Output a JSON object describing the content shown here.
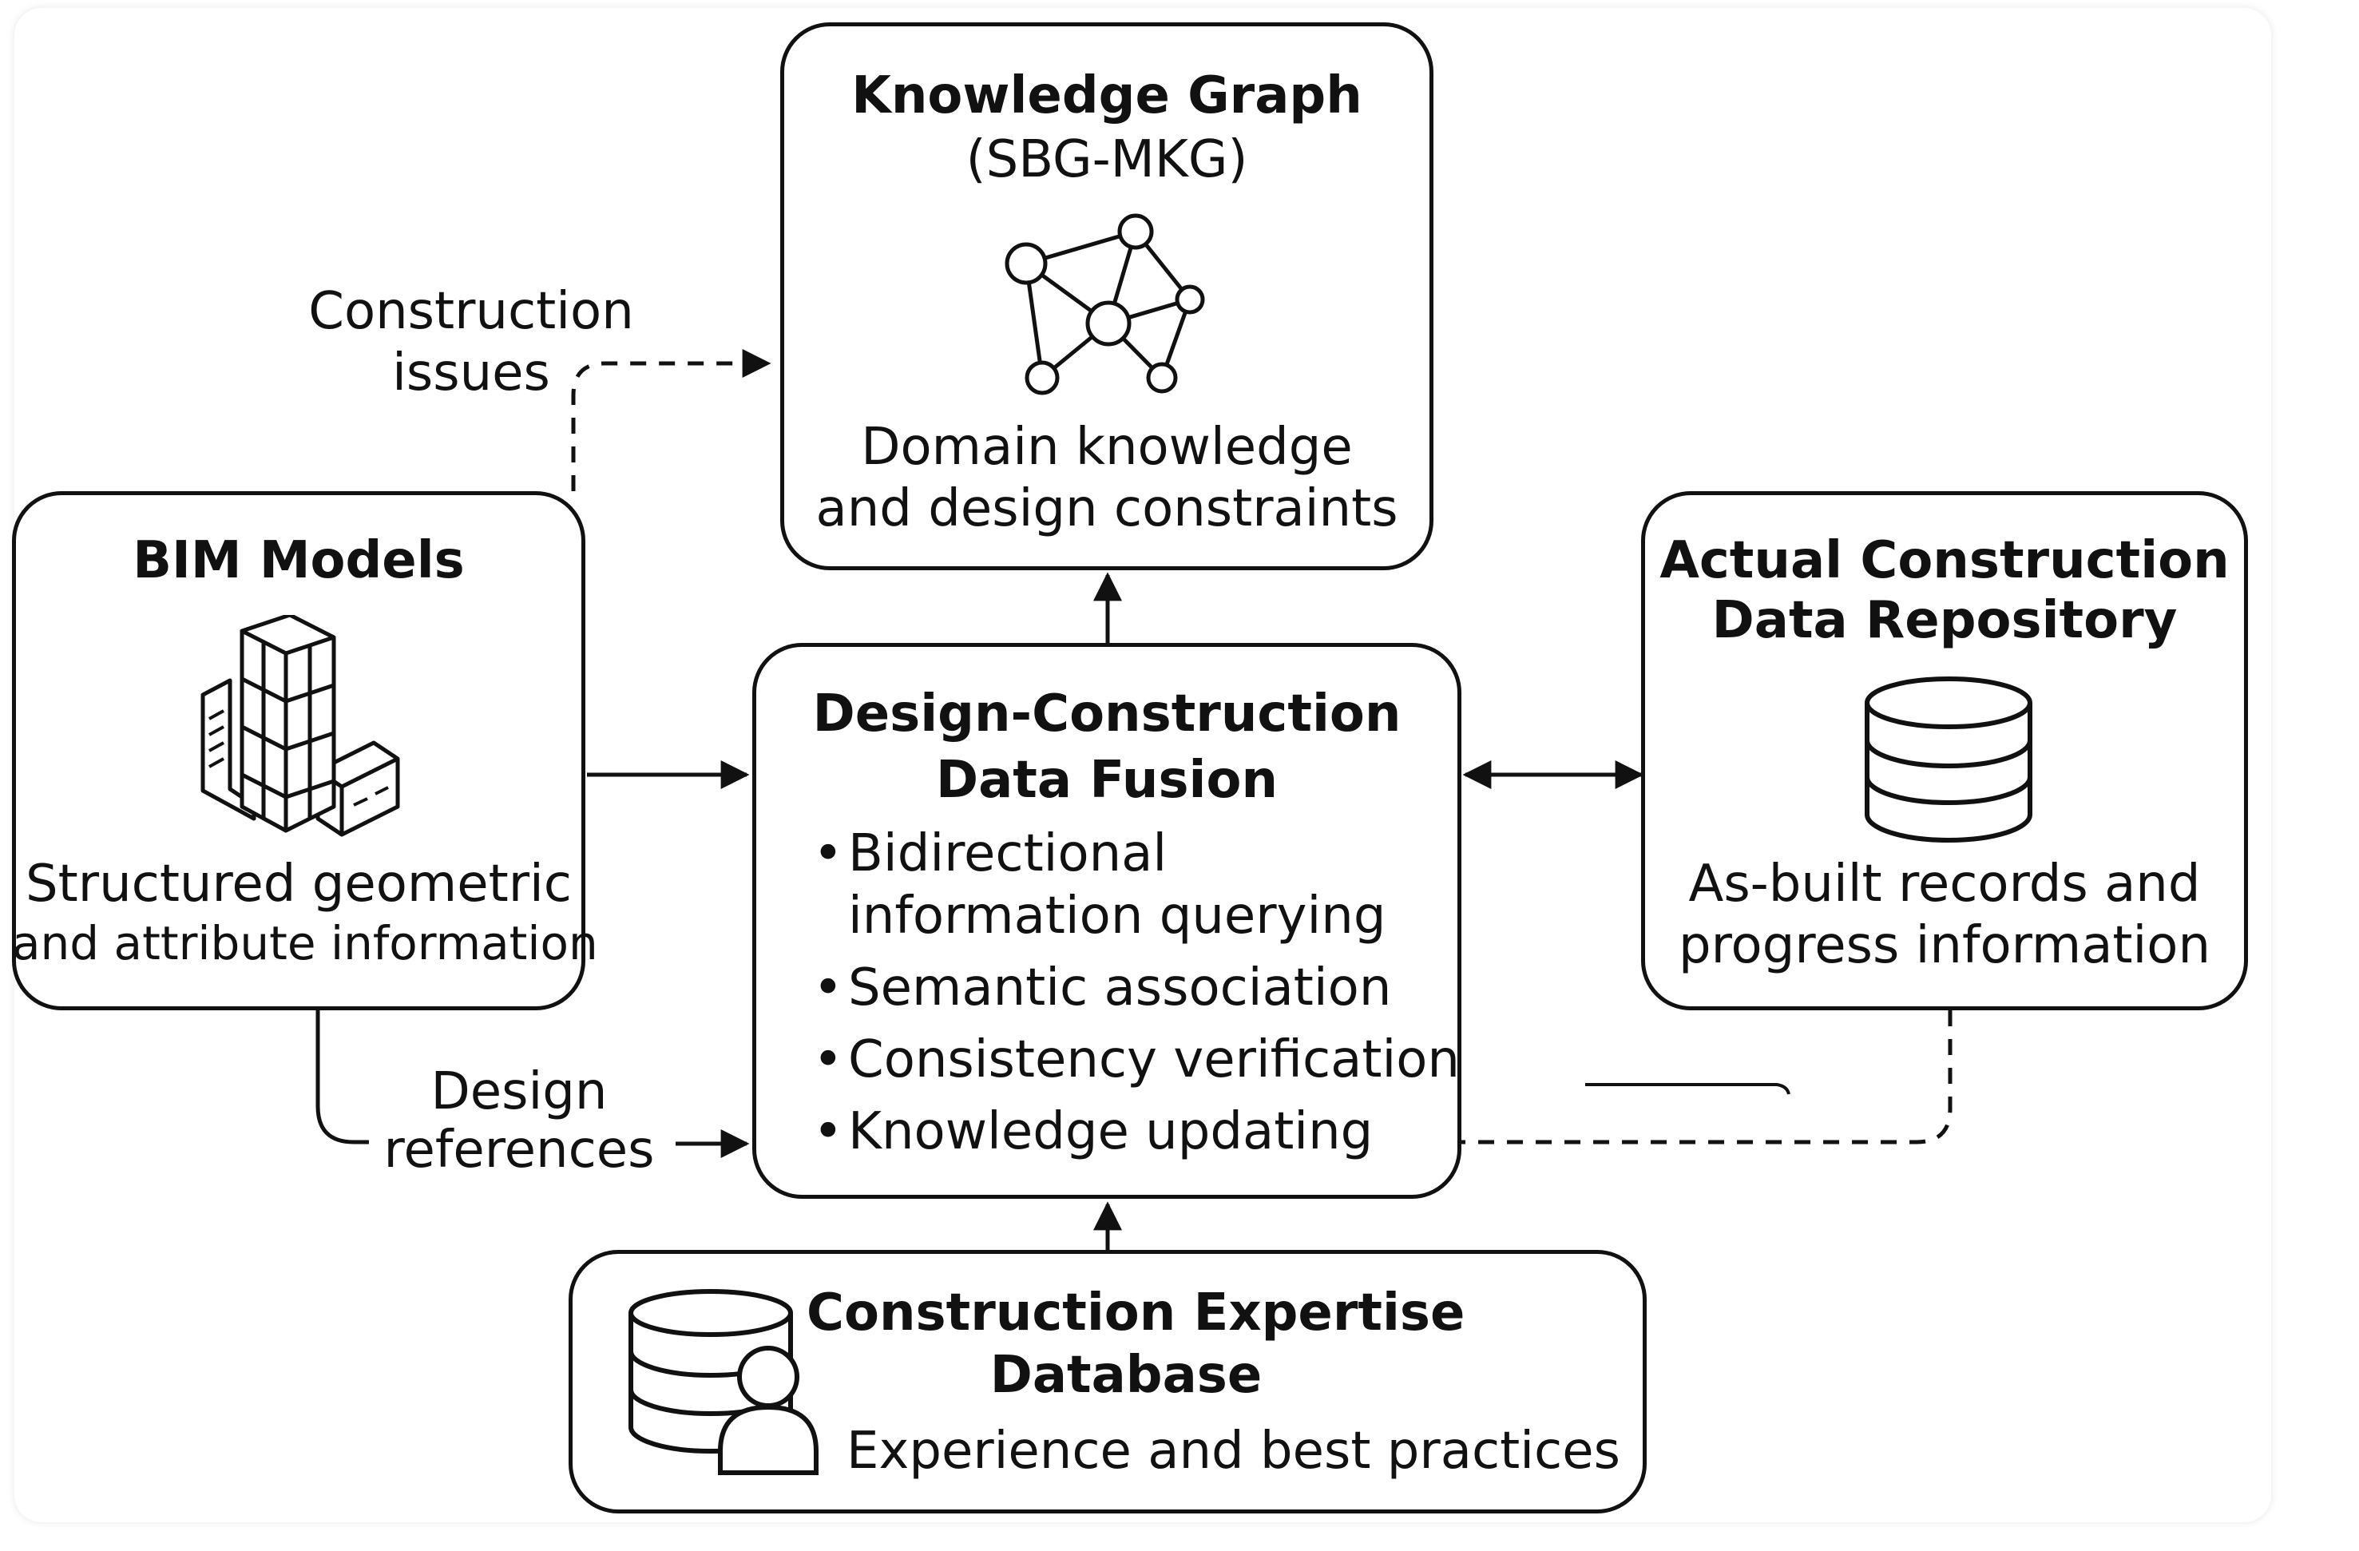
{
  "nodes": {
    "knowledge_graph": {
      "title": "Knowledge Graph",
      "subtitle": "(SBG-MKG)",
      "icon": "network-graph-icon",
      "description_lines": [
        "Domain knowledge",
        "and design constraints"
      ]
    },
    "bim_models": {
      "title": "BIM Models",
      "icon": "building-icon",
      "description_lines": [
        "Structured geometric",
        "and attribute information"
      ]
    },
    "fusion": {
      "title_lines": [
        "Design-Construction",
        "Data Fusion"
      ],
      "bullets": [
        [
          "Bidirectional",
          "information querying"
        ],
        [
          "Semantic association"
        ],
        [
          "Consistency verification"
        ],
        [
          "Knowledge updating"
        ]
      ]
    },
    "actual_repo": {
      "title_lines": [
        "Actual Construction",
        "Data Repository"
      ],
      "icon": "database-icon",
      "description_lines": [
        "As-built records and",
        "progress information"
      ]
    },
    "expertise_db": {
      "title_lines": [
        "Construction Expertise",
        "Database"
      ],
      "icon": "database-user-icon",
      "description": "Experience and best practices"
    }
  },
  "edge_labels": {
    "construction_issues": [
      "Construction",
      "issues"
    ],
    "design_references": [
      "Design",
      "references"
    ]
  }
}
